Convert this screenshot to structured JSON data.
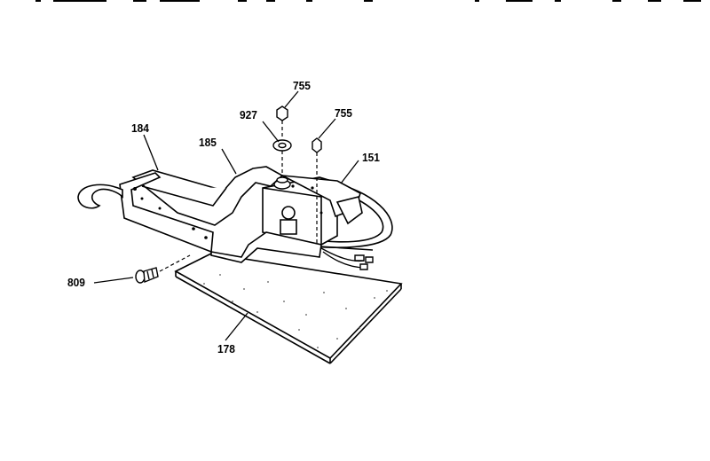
{
  "diagram": {
    "callouts": [
      {
        "id": "755a",
        "label": "755"
      },
      {
        "id": "927",
        "label": "927"
      },
      {
        "id": "755b",
        "label": "755"
      },
      {
        "id": "184",
        "label": "184"
      },
      {
        "id": "185",
        "label": "185"
      },
      {
        "id": "151",
        "label": "151"
      },
      {
        "id": "809",
        "label": "809"
      },
      {
        "id": "178",
        "label": "178"
      }
    ],
    "colors": {
      "ink": "#000000",
      "paper": "#ffffff",
      "stipple": "#555555"
    }
  }
}
